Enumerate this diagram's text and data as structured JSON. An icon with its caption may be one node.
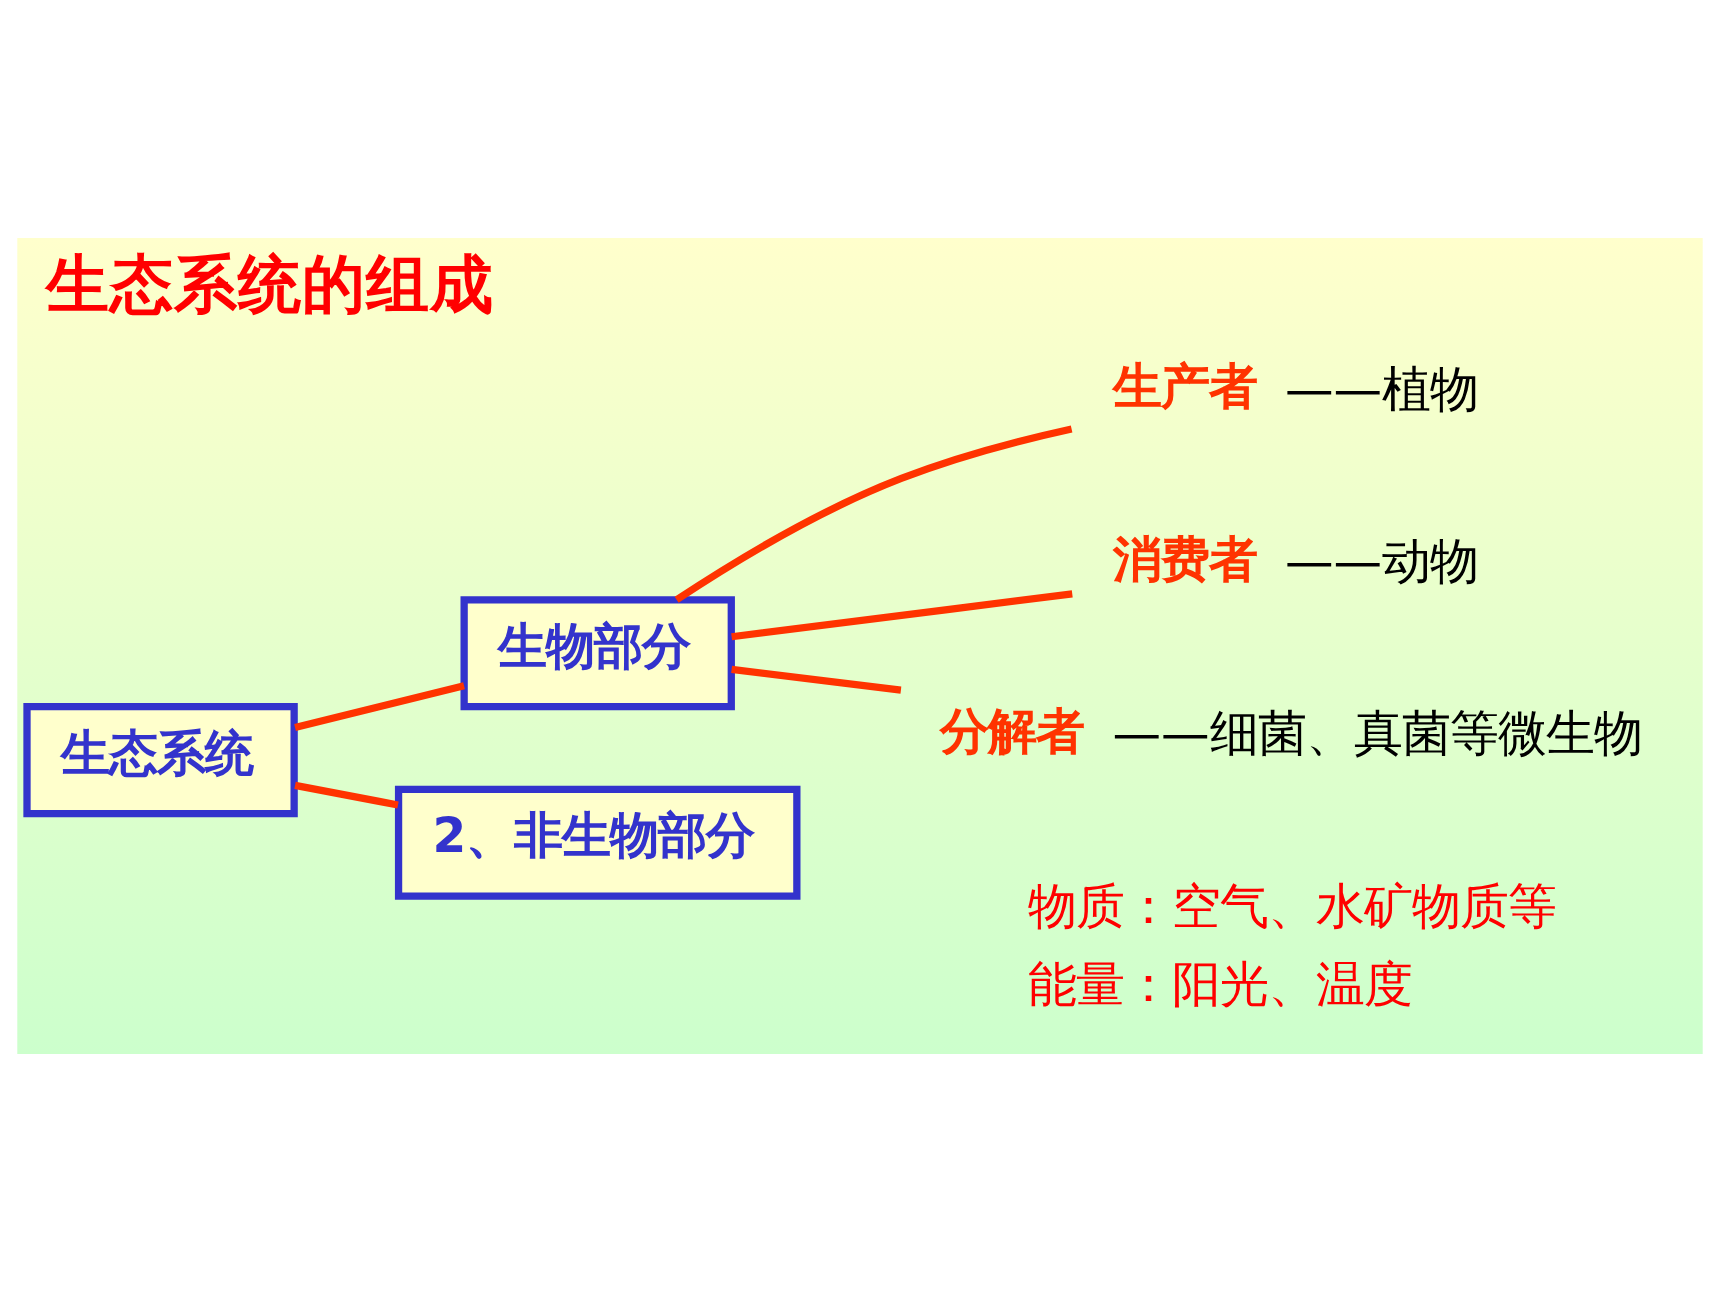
{
  "diagram": {
    "title": "生态系统的组成",
    "nodes": [
      {
        "text": [
          "生态系统"
        ]
      },
      {
        "text": [
          "生物部分"
        ]
      },
      {
        "text": [
          "生产者"
        ],
        "beside": [
          "——植物"
        ]
      },
      {
        "text": [
          "消费者"
        ],
        "beside": [
          "——动物"
        ]
      },
      {
        "text": [
          "分解者"
        ],
        "beside": [
          "——细菌、真菌等微生物"
        ]
      },
      {
        "text": [
          "2、非生物部分"
        ]
      }
    ],
    "edges": [
      {
        "from": 0,
        "to": 1,
        "arrow": "none"
      },
      {
        "from": 0,
        "to": 5,
        "arrow": "none"
      },
      {
        "from": 1,
        "to": 2,
        "arrow": "none"
      },
      {
        "from": 1,
        "to": 3,
        "arrow": "none"
      },
      {
        "from": 1,
        "to": 4,
        "arrow": "none"
      }
    ],
    "labels": [
      "物质：空气、水矿物质等",
      "能量：阳光、温度"
    ]
  }
}
